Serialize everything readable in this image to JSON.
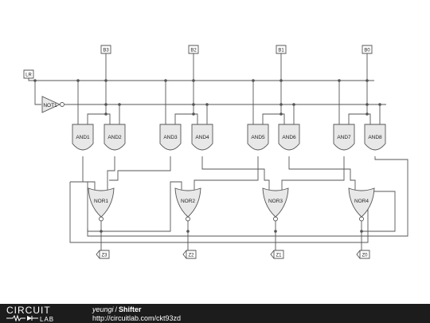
{
  "circuit": {
    "inputs": [
      "B3",
      "B2",
      "B1",
      "B0"
    ],
    "control_input": "LR",
    "not_gate": "NOT1",
    "and_gates": [
      "AND1",
      "AND2",
      "AND3",
      "AND4",
      "AND5",
      "AND6",
      "AND7",
      "AND8"
    ],
    "nor_gates": [
      "NOR1",
      "NOR2",
      "NOR3",
      "NOR4"
    ],
    "outputs": [
      "Z3",
      "Z2",
      "Z1",
      "Z0"
    ]
  },
  "footer": {
    "logo_top": "CIRCUIT",
    "logo_bottom": "LAB",
    "user": "yeungi",
    "separator": "/",
    "title": "Shifter",
    "url": "http://circuitlab.com/ckt93zd"
  },
  "colors": {
    "wire": "#555555",
    "gate_fill": "#e8e8e8",
    "footer_bg": "#1c1c1c",
    "footer_text": "#ffffff"
  }
}
